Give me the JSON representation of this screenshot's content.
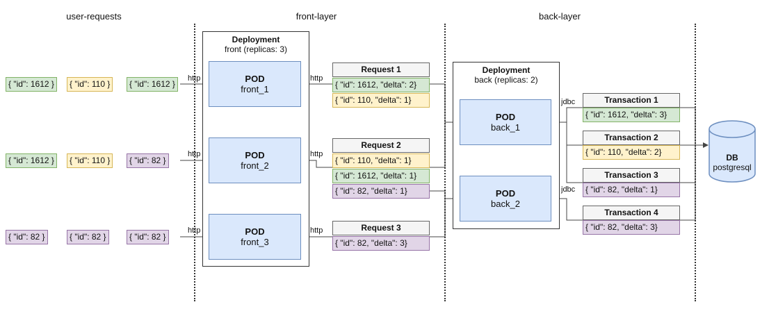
{
  "lanes": {
    "user_requests": "user-requests",
    "front_layer": "front-layer",
    "back_layer": "back-layer"
  },
  "user_requests": {
    "row1": [
      "{ \"id\": 1612 }",
      "{ \"id\": 110 }",
      "{ \"id\": 1612 }"
    ],
    "row2": [
      "{ \"id\": 1612 }",
      "{ \"id\": 110 }",
      "{ \"id\": 82 }"
    ],
    "row3": [
      "{ \"id\": 82 }",
      "{ \"id\": 82 }",
      "{ \"id\": 82 }"
    ]
  },
  "front_deployment": {
    "title": "Deployment",
    "subtitle": "front (replicas: 3)"
  },
  "front_pods": [
    {
      "title": "POD",
      "name": "front_1"
    },
    {
      "title": "POD",
      "name": "front_2"
    },
    {
      "title": "POD",
      "name": "front_3"
    }
  ],
  "protocol": {
    "http": "http",
    "jdbc": "jdbc"
  },
  "requests": [
    {
      "title": "Request 1",
      "items": [
        "{ \"id\": 1612, \"delta\": 2}",
        "{ \"id\": 110, \"delta\": 1}"
      ]
    },
    {
      "title": "Request 2",
      "items": [
        "{ \"id\": 110, \"delta\": 1}",
        "{ \"id\": 1612, \"delta\": 1}",
        "{ \"id\": 82, \"delta\": 1}"
      ]
    },
    {
      "title": "Request 3",
      "items": [
        "{ \"id\": 82, \"delta\": 3}"
      ]
    }
  ],
  "back_deployment": {
    "title": "Deployment",
    "subtitle": "back (replicas: 2)"
  },
  "back_pods": [
    {
      "title": "POD",
      "name": "back_1"
    },
    {
      "title": "POD",
      "name": "back_2"
    }
  ],
  "transactions": [
    {
      "title": "Transaction 1",
      "item": "{ \"id\": 1612, \"delta\": 3}"
    },
    {
      "title": "Transaction 2",
      "item": "{ \"id\": 110, \"delta\": 2}"
    },
    {
      "title": "Transaction 3",
      "item": "{ \"id\": 82, \"delta\": 1}"
    },
    {
      "title": "Transaction 4",
      "item": "{ \"id\": 82, \"delta\": 3}"
    }
  ],
  "database": {
    "title": "DB",
    "name": "postgresql"
  },
  "colors": {
    "green": "#d5e8d4",
    "yellow": "#fff2cc",
    "purple": "#e1d5e7",
    "pod": "#dae8fc",
    "header": "#f5f5f5"
  }
}
